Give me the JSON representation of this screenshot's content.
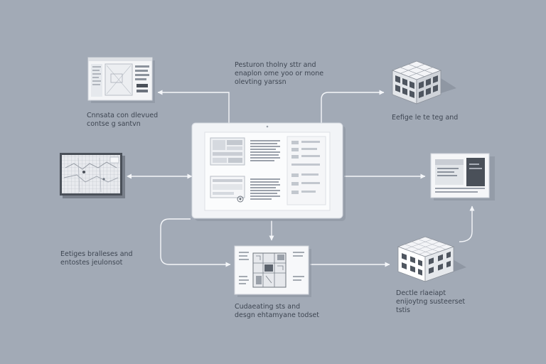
{
  "diagram": {
    "title": "",
    "colors": {
      "background": "#a2aab6",
      "arrow": "#f4f6f9",
      "panel": "#f1f3f6",
      "panel_border": "#d7dbe2",
      "dark_accent": "#4a5059",
      "label": "#3e4652"
    },
    "labels": {
      "top_center": "Pesturon tholny sttr and\nenaplon ome yoo or mone\nolevting yarssn",
      "top_left": "Cnnsata con dlevued\ncontse g santvn",
      "top_right": "Eefige le te teg and",
      "mid_left": "",
      "mid_right": "",
      "bottom_left": "Eetiges bralleses and\nentostes jeulonsot",
      "bottom_center": "Cudaeating sts and\ndesgn ehtamyane todset",
      "bottom_right": "Dectle rlaeiapt\nenijoytng susteerset\ntstis"
    },
    "nodes": [
      {
        "id": "center-tablet",
        "icon": "tablet-dashboard-icon"
      },
      {
        "id": "top-left",
        "icon": "browser-window-icon"
      },
      {
        "id": "mid-left",
        "icon": "map-screen-icon"
      },
      {
        "id": "bottom-center",
        "icon": "floor-plan-sheet-icon"
      },
      {
        "id": "top-right",
        "icon": "cube-grid-icon"
      },
      {
        "id": "mid-right",
        "icon": "presentation-card-icon"
      },
      {
        "id": "bottom-right",
        "icon": "cube-module-icon"
      }
    ]
  }
}
